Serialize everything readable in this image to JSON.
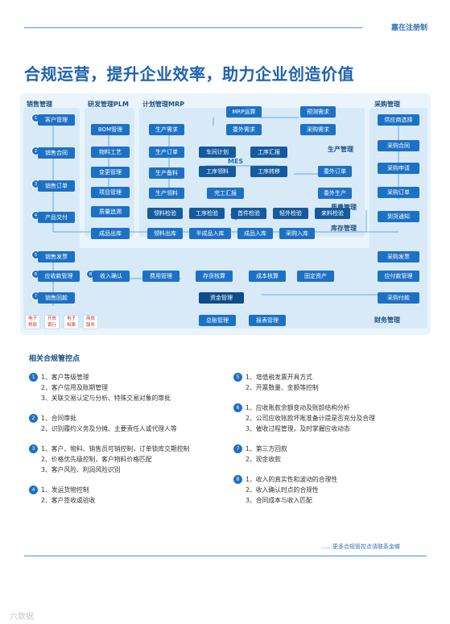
{
  "header": {
    "brand": "嘉在注册制"
  },
  "title": "合规运营，提升企业效率，助力企业创造价值",
  "diagram": {
    "sections": {
      "sales": "销售管理",
      "rnd": "研发管理PLM",
      "plan": "计划管理MRP",
      "purchase": "采购管理",
      "production": "生产管理",
      "quality": "质量管理",
      "inventory": "库存管理",
      "finance": "财务管理"
    },
    "mes_label": "MES",
    "nodes": {
      "customer": "客户管理",
      "sales_contract": "销售合同",
      "sales_order": "销售订单",
      "product_delivery": "产品交付",
      "bom": "BOM管理",
      "material_process": "物料工艺",
      "change_mgmt": "变更管理",
      "project_mgmt": "项目管理",
      "mrp_calc": "MRP运算",
      "forecast": "预测需求",
      "outsource_demand": "委外需求",
      "purchase_demand": "采购需求",
      "production_demand": "生产需求",
      "production_order": "生产订单",
      "production_prep": "生产备料",
      "production_pick": "生产领料",
      "workshop_plan": "车间计划",
      "process_report": "工序汇报",
      "process_pick": "工序领料",
      "process_transfer": "工序转移",
      "completion_report": "完工汇报",
      "supplier_select": "供应商选择",
      "purchase_contract": "采购合同",
      "purchase_apply": "采购申请",
      "purchase_order": "采购订单",
      "outsource_order": "委外订单",
      "outsource_production": "委外生产",
      "arrival_notice": "到货通知",
      "quality_trace": "质量追溯",
      "incoming_inspect": "领料检验",
      "process_inspect": "工序检验",
      "first_inspect": "首件检验",
      "outsource_inspect": "轻外检验",
      "receiving_inspect": "来料检验",
      "finished_out": "成品出库",
      "material_out": "领料出库",
      "semi_in": "半成品入库",
      "finished_in": "成品入库",
      "purchase_in": "采购入库",
      "sales_invoice": "销售发票",
      "receivable": "应收款管理",
      "revenue_confirm": "收入确认",
      "expense": "费用管理",
      "inventory_cost": "存货核算",
      "cost_calc": "成本核算",
      "fixed_assets": "固定资产",
      "purchase_invoice": "采购发票",
      "payable": "应付款管理",
      "sales_collection": "销售回款",
      "funds": "资金管理",
      "purchase_payment": "采购付款",
      "ledger": "总账管理",
      "reports": "报表管理"
    },
    "logos": [
      "电子\n税局",
      "开放\n银行",
      "电子\n档案",
      "商旅\n服务"
    ]
  },
  "controls": {
    "title": "相关合规管控点",
    "groups_left": [
      {
        "num": "1",
        "items": [
          "1、客户等级管理",
          "2、客户信用及账期管理",
          "3、关联交易认定与分析、特殊交易对象的审批"
        ]
      },
      {
        "num": "2",
        "items": [
          "1、合同审批",
          "2、识别履约义务及分摊、主要责任人或代理人等"
        ]
      },
      {
        "num": "3",
        "items": [
          "1、客户、物料、销售员可销控制，订单锁库交期控制",
          "2、价格优先级控制，客户物料价格匹配",
          "3、客户风险、利润风险识别"
        ]
      },
      {
        "num": "4",
        "items": [
          "1、发运货物控制",
          "2、客户签收或验收"
        ]
      }
    ],
    "groups_right": [
      {
        "num": "5",
        "items": [
          "1、增值税发票开具方式",
          "2、开票数量、金额等控制"
        ]
      },
      {
        "num": "6",
        "items": [
          "1、应收账款余额变动及账龄结构分析",
          "2、公司应收账款坏账准备计提是否充分及合理",
          "3、催收过程管理，及时掌握应收动态"
        ]
      },
      {
        "num": "7",
        "items": [
          "1、第三方回款",
          "2、现金收款"
        ]
      },
      {
        "num": "8",
        "items": [
          "1、收入的真实性和波动的合理性",
          "2、收入确认时点的合规性",
          "3、合同成本与收入匹配"
        ]
      }
    ],
    "more": "……更多合规管控点请联系金蝶"
  },
  "watermark": "六数据"
}
